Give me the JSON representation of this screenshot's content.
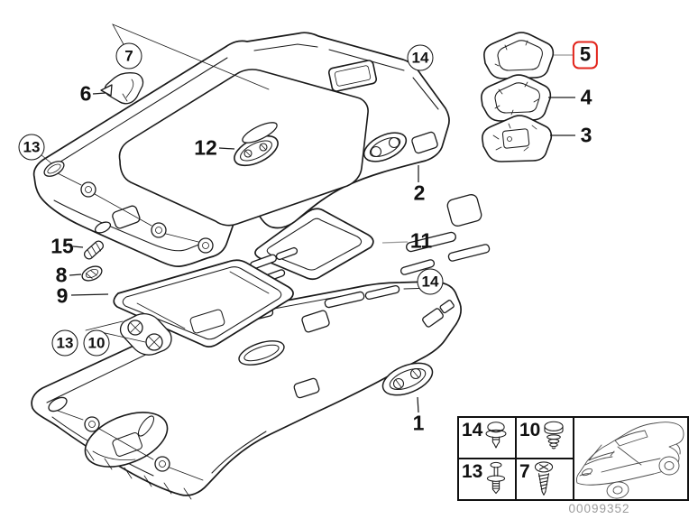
{
  "diagram": {
    "part_code": "00099352",
    "highlighted_callout": "5",
    "callouts": [
      {
        "label": "7",
        "style": "circle"
      },
      {
        "label": "6",
        "style": "plain"
      },
      {
        "label": "13",
        "style": "circle"
      },
      {
        "label": "12",
        "style": "plain"
      },
      {
        "label": "14",
        "style": "circle"
      },
      {
        "label": "5",
        "style": "highlight"
      },
      {
        "label": "4",
        "style": "plain"
      },
      {
        "label": "3",
        "style": "plain"
      },
      {
        "label": "2",
        "style": "plain"
      },
      {
        "label": "11",
        "style": "plain"
      },
      {
        "label": "15",
        "style": "plain"
      },
      {
        "label": "8",
        "style": "plain"
      },
      {
        "label": "9",
        "style": "plain"
      },
      {
        "label": "13",
        "style": "circle"
      },
      {
        "label": "10",
        "style": "circle"
      },
      {
        "label": "14",
        "style": "circle"
      },
      {
        "label": "1",
        "style": "plain"
      }
    ],
    "legend": {
      "items": [
        {
          "number": "14",
          "icon": "push-clip-icon"
        },
        {
          "number": "10",
          "icon": "expanding-nut-icon"
        },
        {
          "number": "13",
          "icon": "expansion-rivet-icon"
        },
        {
          "number": "7",
          "icon": "screw-icon"
        }
      ],
      "vehicle_icon": "car-silhouette-icon"
    },
    "colors": {
      "highlight_red": "#e2231a",
      "line": "#1a1a1a",
      "leader_gray": "#999999",
      "code_gray": "#9b9b9b"
    }
  }
}
